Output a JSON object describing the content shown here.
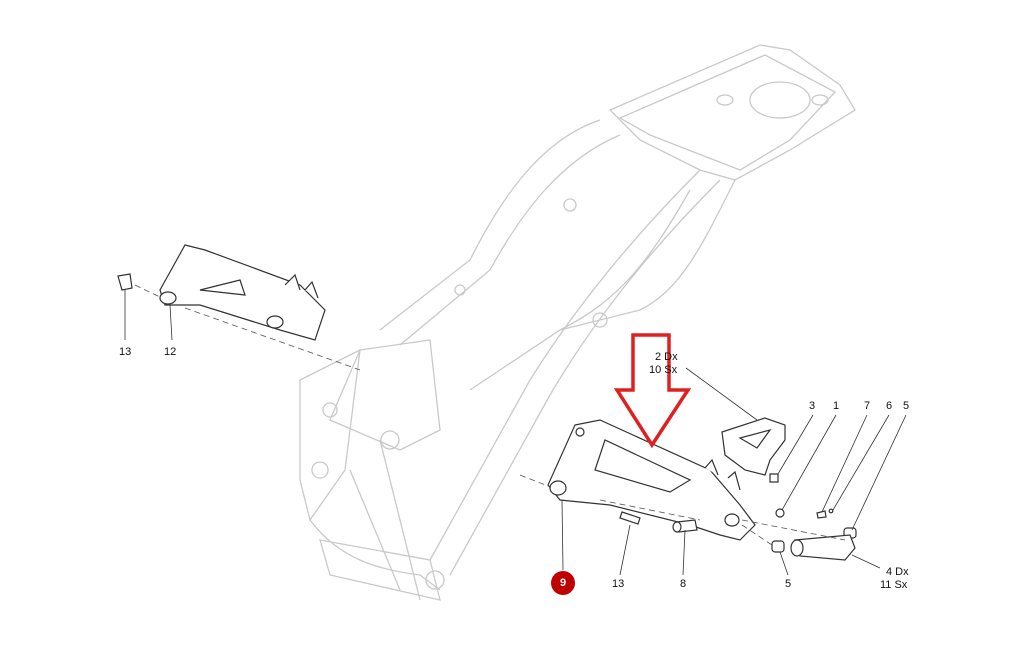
{
  "diagram": {
    "callouts": {
      "left_bolt": "13",
      "left_bracket": "12",
      "guard_right": "2 Dx",
      "guard_left": "10 Sx",
      "screw": "3",
      "washer": "1",
      "spring": "7",
      "ball": "6",
      "bushing_top": "5",
      "peg_right": "4 Dx",
      "peg_left": "11 Sx",
      "bolt": "13",
      "pin": "8",
      "bushing_bottom": "5"
    },
    "highlighted_part": "9",
    "colors": {
      "highlight": "#c00000",
      "arrow": "#e02020"
    }
  }
}
